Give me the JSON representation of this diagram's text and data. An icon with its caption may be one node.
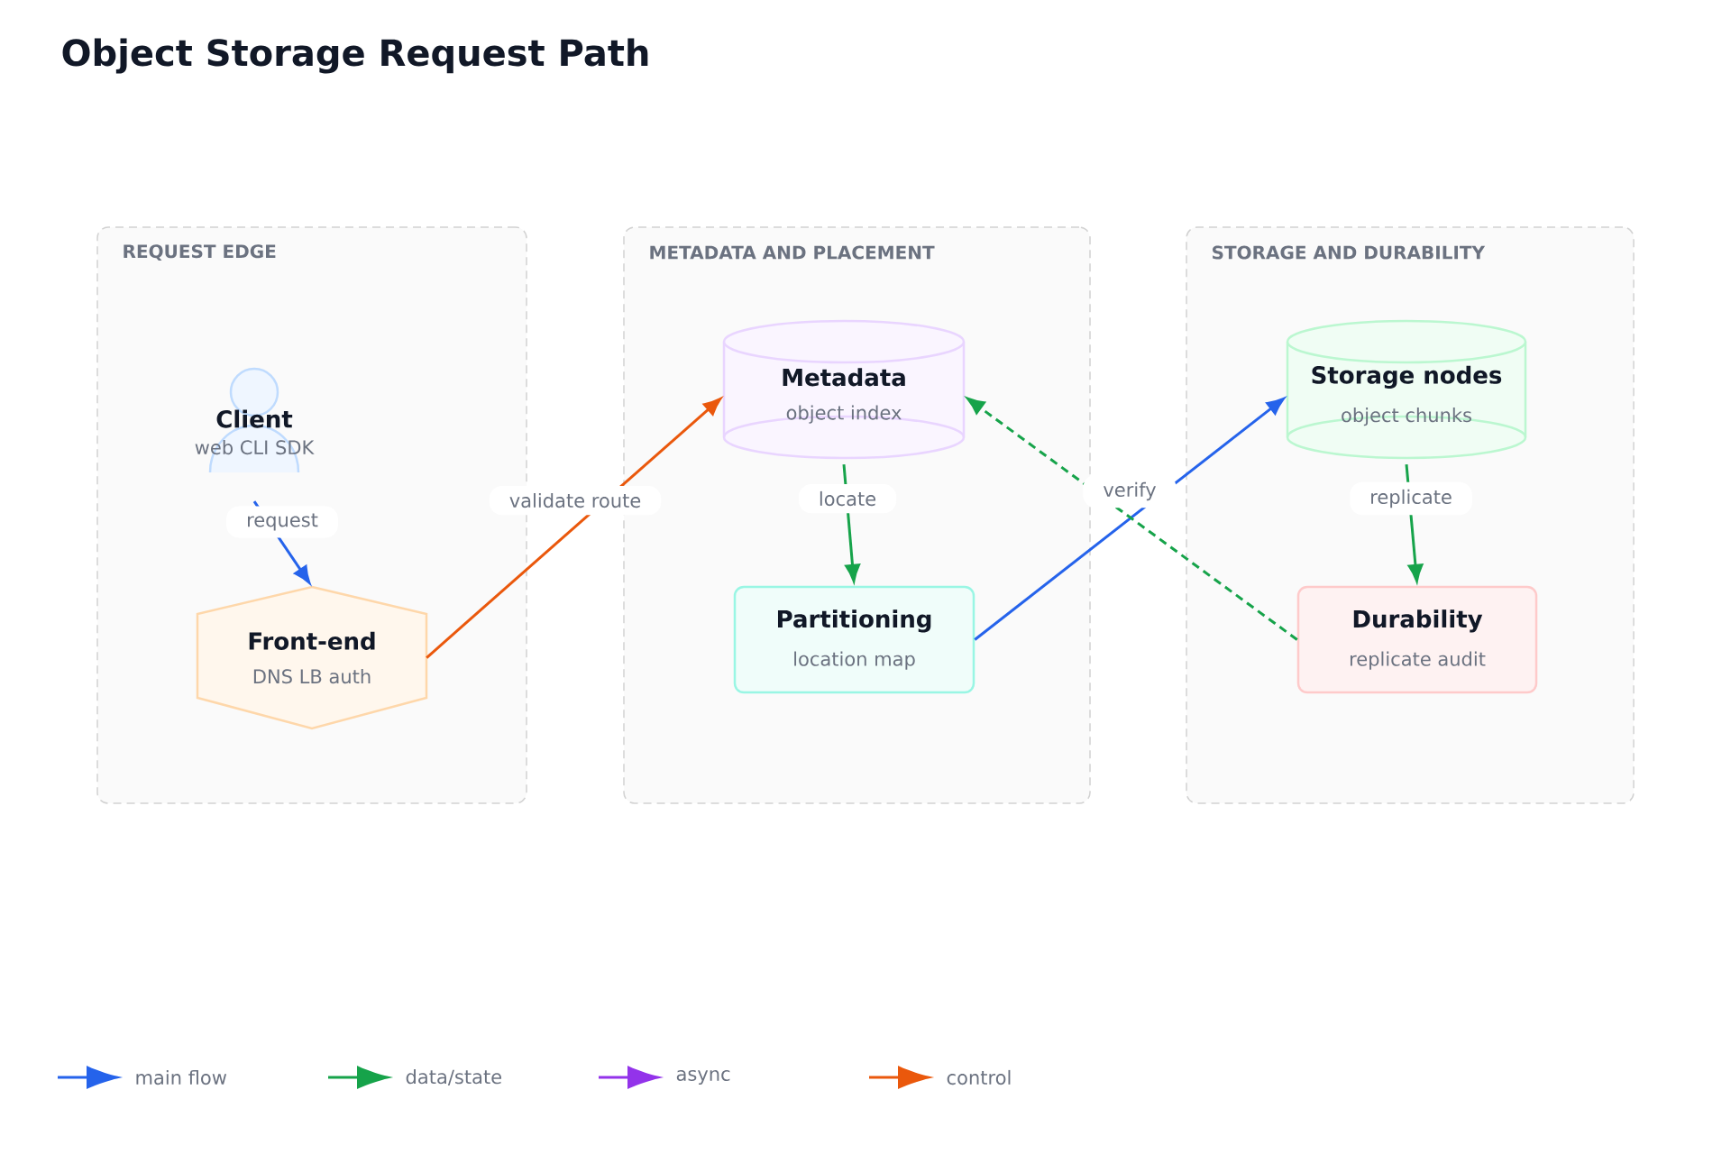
{
  "diagram": {
    "title": "Object Storage Request Path",
    "nodes": [
      {
        "text": [
          "REQUEST EDGE"
        ]
      },
      {
        "text": [
          "Client",
          "web CLI SDK"
        ],
        "in": 0
      },
      {
        "text": [
          "Front-end",
          "DNS LB auth"
        ],
        "in": 0
      },
      {
        "text": [
          "METADATA AND PLACEMENT"
        ]
      },
      {
        "text": [
          "Metadata",
          "object index"
        ],
        "in": 3
      },
      {
        "text": [
          "Partitioning",
          "location map"
        ],
        "in": 3
      },
      {
        "text": [
          "STORAGE AND DURABILITY"
        ]
      },
      {
        "text": [
          "Storage nodes",
          "object chunks"
        ],
        "in": 6
      },
      {
        "text": [
          "Durability",
          "replicate audit"
        ],
        "in": 6
      }
    ],
    "edges": [
      {
        "from": 1,
        "to": 2,
        "arrow": "to",
        "label": "request",
        "color": "#2563eb"
      },
      {
        "from": 2,
        "to": 4,
        "arrow": "to",
        "label": "validate route",
        "color": "#ea580c"
      },
      {
        "from": 4,
        "to": 5,
        "arrow": "to",
        "label": "locate",
        "color": "#16a34a"
      },
      {
        "from": 5,
        "to": 7,
        "arrow": "to",
        "color": "#2563eb"
      },
      {
        "from": 7,
        "to": 8,
        "arrow": "to",
        "label": "replicate",
        "color": "#16a34a"
      },
      {
        "from": 8,
        "to": 4,
        "arrow": "to",
        "label": "verify",
        "style": "dashed",
        "color": "#16a34a"
      }
    ],
    "legend": [
      {
        "text": "main flow",
        "color": "#2563eb"
      },
      {
        "text": "data/state",
        "color": "#16a34a"
      },
      {
        "text": "async",
        "color": "#9333ea"
      },
      {
        "text": "control",
        "color": "#ea580c"
      }
    ]
  }
}
